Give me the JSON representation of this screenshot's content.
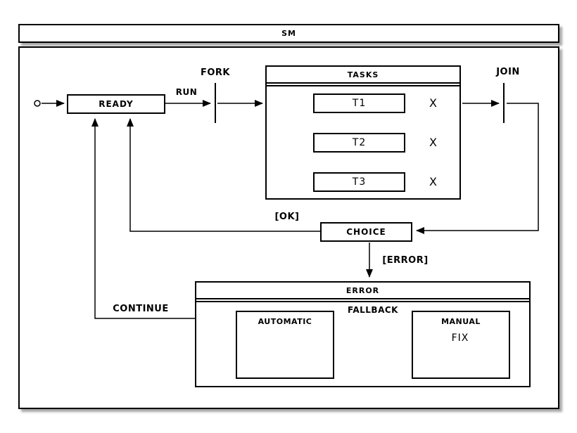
{
  "diagram": {
    "title": "SM",
    "states": {
      "ready": {
        "label": "READY"
      },
      "tasks": {
        "title": "TASKS",
        "items": [
          "T1",
          "T2",
          "T3"
        ],
        "final_marker": "X"
      },
      "choice": {
        "label": "CHOICE"
      },
      "error": {
        "title": "ERROR",
        "automatic": "AUTOMATIC",
        "manual": "MANUAL"
      }
    },
    "transitions": {
      "run": "RUN",
      "fork": "FORK",
      "join": "JOIN",
      "ok": "[OK]",
      "error": "[ERROR]",
      "fallback": "FALLBACK",
      "continue": "CONTINUE",
      "fix": "FIX"
    },
    "colors": {
      "line": "#000000",
      "background": "#ffffff",
      "shadow": "#a9a9a9"
    }
  }
}
